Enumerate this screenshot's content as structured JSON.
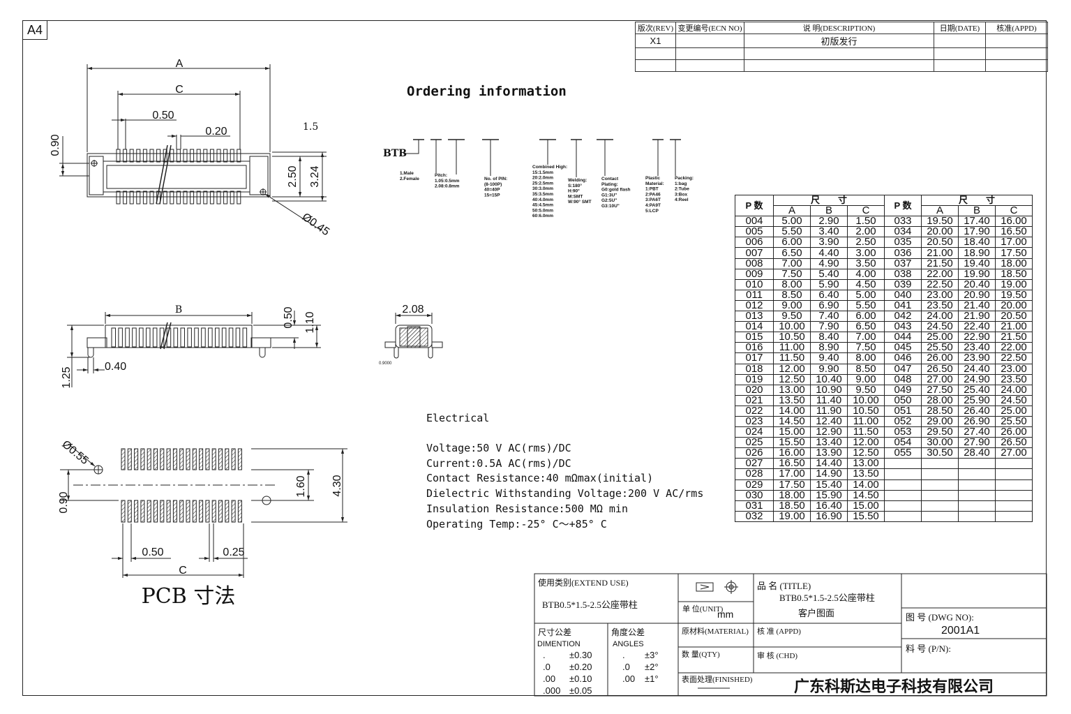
{
  "sheet_size": "A4",
  "revision": {
    "headers": [
      "版次(REV)",
      "变更编号(ECN NO)",
      "说 明(DESCRIPTION)",
      "日期(DATE)",
      "核准(APPD)"
    ],
    "rows": [
      [
        "X1",
        "",
        "初版发行",
        "",
        ""
      ],
      [
        "",
        "",
        "",
        "",
        ""
      ]
    ]
  },
  "ordering": {
    "title": "Ordering information",
    "prefix": "BTB",
    "fields": [
      {
        "lines": [
          "1.Male",
          "2.Female"
        ]
      },
      {
        "lines": [
          "Pitch:",
          "1.05:0.5mm",
          "2.08:0.8mm"
        ]
      },
      {
        "lines": [
          "No. of PIN:",
          "(8-100P)",
          "40=40P",
          "15=15P"
        ]
      },
      {
        "lines": [
          "Combined High:",
          "15:1.5mm",
          "20:2.0mm",
          "25:2.5mm",
          "30:3.0mm",
          "35:3.5mm",
          "40:4.0mm",
          "45:4.5mm",
          "50:5.0mm",
          "60:6.0mm"
        ]
      },
      {
        "lines": [
          "Welding:",
          "S:180°",
          "H:90°",
          "M:SMT",
          "W:90° SMT"
        ]
      },
      {
        "lines": [
          "Contact",
          "Plating:",
          "G0:gold flash",
          "G1:3U\"",
          "G2:5U\"",
          "G3:10U\""
        ]
      },
      {
        "lines": [
          "Plastic",
          "Material:",
          "1:PBT",
          "2:PA46",
          "3:PA6T",
          "4:PA9T",
          "5:LCP"
        ]
      },
      {
        "lines": [
          "Packing:",
          "1:bag",
          "2:Tube",
          "3:Box",
          "4:Reel"
        ]
      }
    ]
  },
  "drawing_labels": {
    "dim_A": "A",
    "dim_C": "C",
    "dim_B": "B",
    "pitch_050": "0.50",
    "gap_020": "0.20",
    "d_090": "0.90",
    "d_250": "2.50",
    "d_324": "3.24",
    "hole_045": "Ø0.45",
    "note_15": "1.5",
    "side_050": "0.50",
    "side_110": "1.10",
    "side_125": "1.25",
    "side_040": "0.40",
    "sec_208": "2.08",
    "sec_09000": "0.9000",
    "pcb_055": "Ø0.55",
    "pcb_090": "0.90",
    "pcb_160": "1.60",
    "pcb_430": "4.30",
    "pcb_050": "0.50",
    "pcb_025": "0.25",
    "pcb_C": "C",
    "pcb_title": "PCB 寸法"
  },
  "electrical": {
    "title": "Electrical",
    "lines": [
      "Voltage:50 V AC(rms)/DC",
      "Current:0.5A AC(rms)/DC",
      "Contact Resistance:40 mΩmax(initial)",
      "Dielectric Withstanding Voltage:200 V AC/rms",
      "Insulation Resistance:500 MΩ min",
      "Operating Temp:-25° C～+85° C"
    ]
  },
  "size_table": {
    "group_header": "尺　　寸",
    "col_p": "P 数",
    "cols": [
      "A",
      "B",
      "C"
    ],
    "left": [
      [
        "004",
        "5.00",
        "2.90",
        "1.50"
      ],
      [
        "005",
        "5.50",
        "3.40",
        "2.00"
      ],
      [
        "006",
        "6.00",
        "3.90",
        "2.50"
      ],
      [
        "007",
        "6.50",
        "4.40",
        "3.00"
      ],
      [
        "008",
        "7.00",
        "4.90",
        "3.50"
      ],
      [
        "009",
        "7.50",
        "5.40",
        "4.00"
      ],
      [
        "010",
        "8.00",
        "5.90",
        "4.50"
      ],
      [
        "011",
        "8.50",
        "6.40",
        "5.00"
      ],
      [
        "012",
        "9.00",
        "6.90",
        "5.50"
      ],
      [
        "013",
        "9.50",
        "7.40",
        "6.00"
      ],
      [
        "014",
        "10.00",
        "7.90",
        "6.50"
      ],
      [
        "015",
        "10.50",
        "8.40",
        "7.00"
      ],
      [
        "016",
        "11.00",
        "8.90",
        "7.50"
      ],
      [
        "017",
        "11.50",
        "9.40",
        "8.00"
      ],
      [
        "018",
        "12.00",
        "9.90",
        "8.50"
      ],
      [
        "019",
        "12.50",
        "10.40",
        "9.00"
      ],
      [
        "020",
        "13.00",
        "10.90",
        "9.50"
      ],
      [
        "021",
        "13.50",
        "11.40",
        "10.00"
      ],
      [
        "022",
        "14.00",
        "11.90",
        "10.50"
      ],
      [
        "023",
        "14.50",
        "12.40",
        "11.00"
      ],
      [
        "024",
        "15.00",
        "12.90",
        "11.50"
      ],
      [
        "025",
        "15.50",
        "13.40",
        "12.00"
      ],
      [
        "026",
        "16.00",
        "13.90",
        "12.50"
      ],
      [
        "027",
        "16.50",
        "14.40",
        "13.00"
      ],
      [
        "028",
        "17.00",
        "14.90",
        "13.50"
      ],
      [
        "029",
        "17.50",
        "15.40",
        "14.00"
      ],
      [
        "030",
        "18.00",
        "15.90",
        "14.50"
      ],
      [
        "031",
        "18.50",
        "16.40",
        "15.00"
      ],
      [
        "032",
        "19.00",
        "16.90",
        "15.50"
      ]
    ],
    "right": [
      [
        "033",
        "19.50",
        "17.40",
        "16.00"
      ],
      [
        "034",
        "20.00",
        "17.90",
        "16.50"
      ],
      [
        "035",
        "20.50",
        "18.40",
        "17.00"
      ],
      [
        "036",
        "21.00",
        "18.90",
        "17.50"
      ],
      [
        "037",
        "21.50",
        "19.40",
        "18.00"
      ],
      [
        "038",
        "22.00",
        "19.90",
        "18.50"
      ],
      [
        "039",
        "22.50",
        "20.40",
        "19.00"
      ],
      [
        "040",
        "23.00",
        "20.90",
        "19.50"
      ],
      [
        "041",
        "23.50",
        "21.40",
        "20.00"
      ],
      [
        "042",
        "24.00",
        "21.90",
        "20.50"
      ],
      [
        "043",
        "24.50",
        "22.40",
        "21.00"
      ],
      [
        "044",
        "25.00",
        "22.90",
        "21.50"
      ],
      [
        "045",
        "25.50",
        "23.40",
        "22.00"
      ],
      [
        "046",
        "26.00",
        "23.90",
        "22.50"
      ],
      [
        "047",
        "26.50",
        "24.40",
        "23.00"
      ],
      [
        "048",
        "27.00",
        "24.90",
        "23.50"
      ],
      [
        "049",
        "27.50",
        "25.40",
        "24.00"
      ],
      [
        "050",
        "28.00",
        "25.90",
        "24.50"
      ],
      [
        "051",
        "28.50",
        "26.40",
        "25.00"
      ],
      [
        "052",
        "29.00",
        "26.90",
        "25.50"
      ],
      [
        "053",
        "29.50",
        "27.40",
        "26.00"
      ],
      [
        "054",
        "30.00",
        "27.90",
        "26.50"
      ],
      [
        "055",
        "30.50",
        "28.40",
        "27.00"
      ]
    ]
  },
  "title_block": {
    "extend_use_label": "使用类别(EXTEND USE)",
    "extend_use_value": "BTB0.5*1.5-2.5公座带柱",
    "tol_label": "尺寸公差",
    "angle_label": "角度公差",
    "dimention": "DIMENTION",
    "angles": "ANGLES",
    "tolerances": [
      [
        ".",
        "±0.30"
      ],
      [
        ".0",
        "±0.20"
      ],
      [
        ".00",
        "±0.10"
      ],
      [
        ".000",
        "±0.05"
      ]
    ],
    "angle_tolerances": [
      [
        ".",
        "±3°"
      ],
      [
        ".0",
        "±2°"
      ],
      [
        ".00",
        "±1°"
      ]
    ],
    "unit_label": "单 位(UNIT)",
    "unit_value": "mm",
    "material_label": "原材料(MATERIAL)",
    "qty_label": "数 量(QTY)",
    "finished_label": "表面处理(FINISHED)",
    "title_label": "品 名 (TITLE)",
    "title_value": "BTB0.5*1.5-2.5公座带柱",
    "subtitle": "客户图面",
    "appd_label": "核 准 (APPD)",
    "chd_label": "审 核 (CHD)",
    "dwg_label": "图 号 (DWG NO):",
    "dwg_value": "2001A1",
    "pn_label": "料 号 (P/N):",
    "company": "广东科斯达电子科技有限公司"
  }
}
